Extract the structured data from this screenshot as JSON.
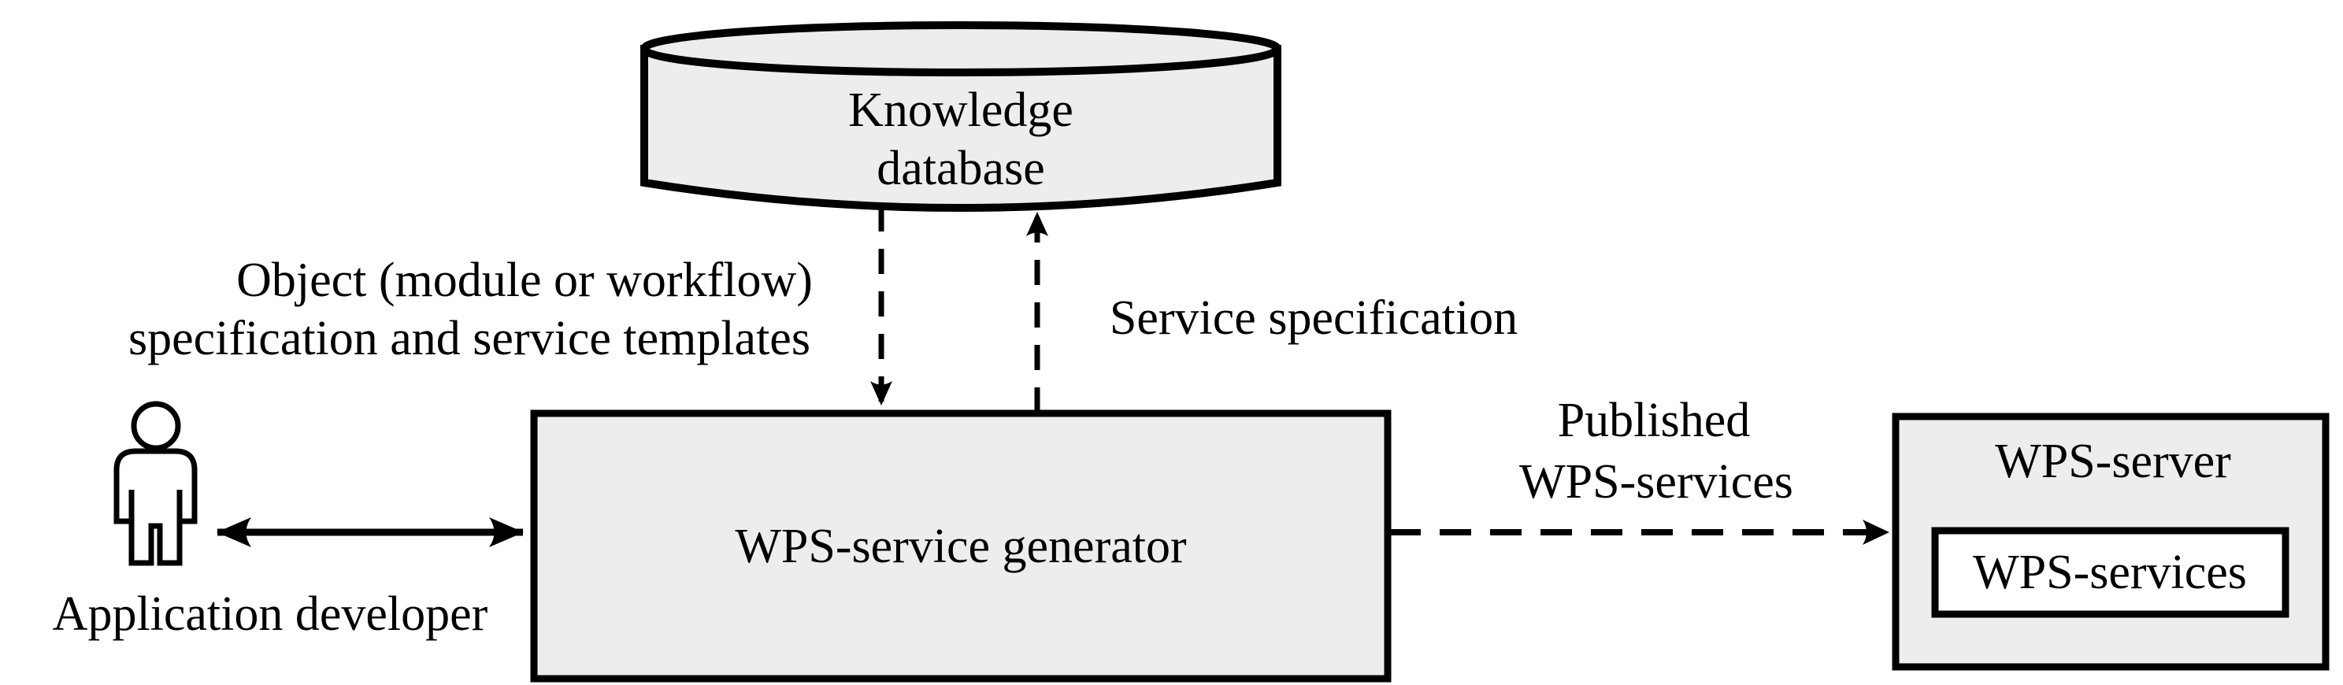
{
  "figure": {
    "title": "WPS service generation diagram",
    "colors": {
      "ink": "#000000",
      "node_fill": "#ededed",
      "inner_fill": "#ffffff",
      "background": "#ffffff"
    }
  },
  "nodes": {
    "knowledge_database": {
      "shape": "database-cylinder",
      "line1": "Knowledge",
      "line2": "database"
    },
    "wps_service_generator": {
      "shape": "rect",
      "label": "WPS-service generator"
    },
    "wps_server": {
      "shape": "rect",
      "label": "WPS-server"
    },
    "wps_services": {
      "shape": "rect",
      "label": "WPS-services"
    },
    "application_developer": {
      "shape": "person-icon",
      "label": "Application developer"
    }
  },
  "edges": {
    "object_specification": {
      "style": "dashed",
      "direction": "generator-to-database-down-arrow",
      "line1": "Object (module or workflow)",
      "line2": "specification and service templates"
    },
    "service_specification": {
      "style": "dashed",
      "direction": "generator-to-database-up-arrow",
      "label": "Service specification"
    },
    "published_wps_services": {
      "style": "dashed",
      "direction": "generator-to-server",
      "line1": "Published",
      "line2": "WPS-services"
    },
    "developer_generator": {
      "style": "solid",
      "direction": "bidirectional",
      "label": ""
    }
  }
}
